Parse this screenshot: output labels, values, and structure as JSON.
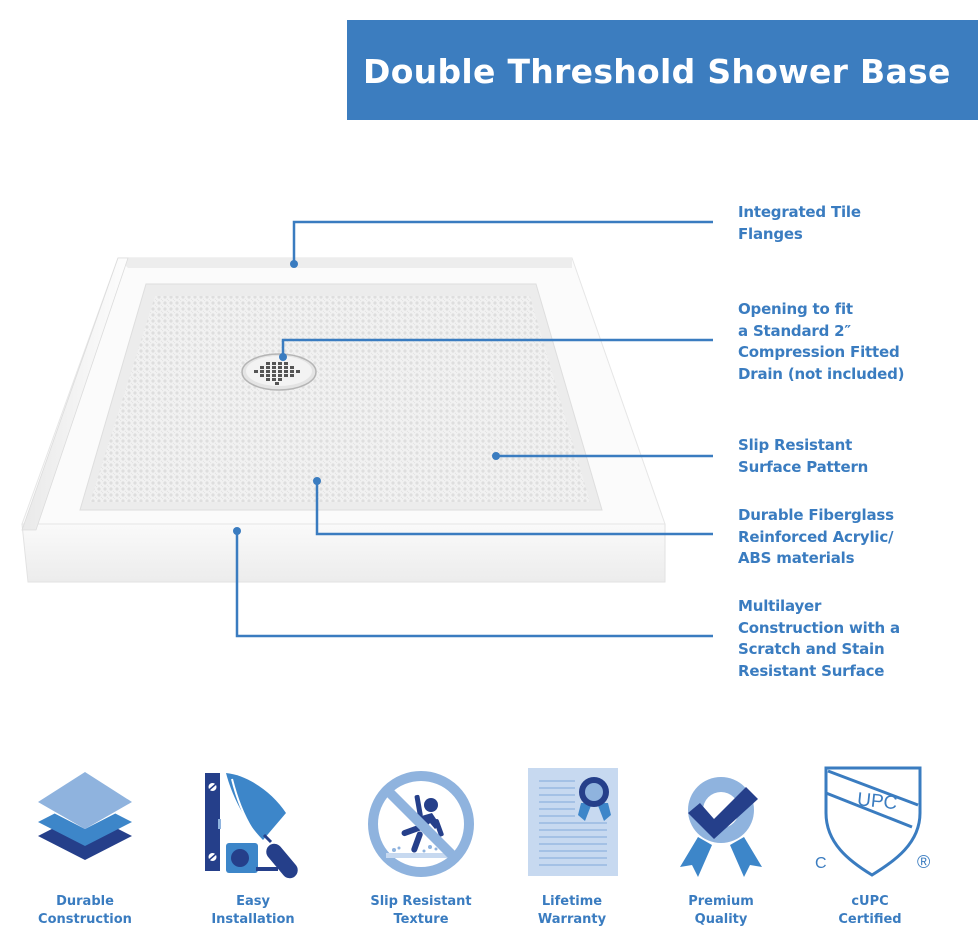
{
  "header": {
    "title": "Double Threshold Shower Base",
    "background_color": "#3c7dbf"
  },
  "product": {
    "image_subject": "white square shower base with double threshold, textured slip-resistant floor and chrome drain cover"
  },
  "callouts": [
    {
      "id": "tile-flanges",
      "lines": [
        "Integrated Tile",
        "Flanges"
      ]
    },
    {
      "id": "drain-opening",
      "lines": [
        "Opening to fit",
        "a Standard 2″",
        "Compression Fitted",
        "Drain (not included)"
      ]
    },
    {
      "id": "slip-surface",
      "lines": [
        "Slip Resistant",
        "Surface Pattern"
      ]
    },
    {
      "id": "materials",
      "lines": [
        "Durable Fiberglass",
        "Reinforced Acrylic/",
        "ABS materials"
      ]
    },
    {
      "id": "multilayer",
      "lines": [
        "Multilayer",
        "Construction with a",
        "Scratch and Stain",
        "Resistant Surface"
      ]
    }
  ],
  "features": [
    {
      "icon": "layers-icon",
      "lines": [
        "Durable",
        "Construction"
      ]
    },
    {
      "icon": "tools-icon",
      "lines": [
        "Easy",
        "Installation"
      ]
    },
    {
      "icon": "no-slip-icon",
      "lines": [
        "Slip Resistant",
        "Texture"
      ]
    },
    {
      "icon": "certificate-icon",
      "lines": [
        "Lifetime",
        "Warranty"
      ]
    },
    {
      "icon": "quality-badge-icon",
      "lines": [
        "Premium",
        "Quality"
      ]
    },
    {
      "icon": "upc-shield-icon",
      "lines": [
        "cUPC",
        "Certified"
      ]
    }
  ],
  "upc_badge": {
    "text": "UPC",
    "left_mark": "C",
    "right_mark": "®"
  },
  "colors": {
    "accent": "#3a7cc0",
    "light_blue": "#8fb3de",
    "mid_blue": "#3d86c9",
    "dark_blue": "#253f8a",
    "paper_blue": "#c7d9f0"
  }
}
